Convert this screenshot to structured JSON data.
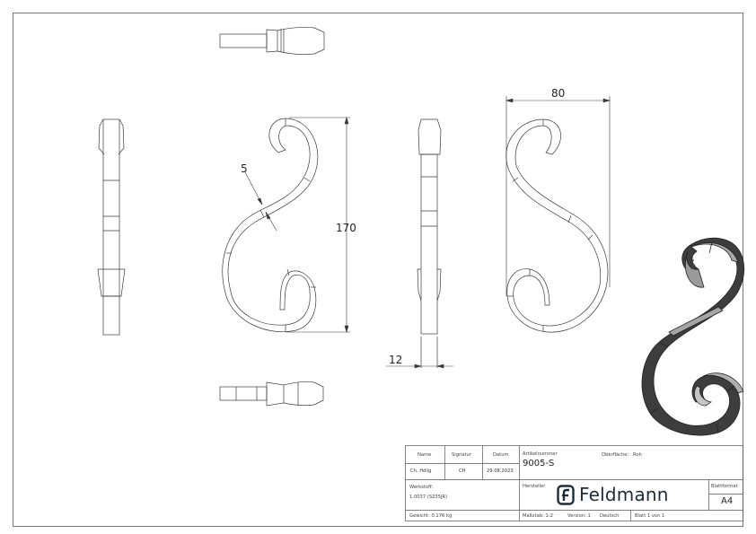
{
  "drawing": {
    "dimensions": {
      "thickness": "5",
      "height": "170",
      "width": "80",
      "bar_width": "12"
    },
    "views": [
      "top-view",
      "left-view",
      "front-view",
      "side-view",
      "back-view",
      "bottom-view",
      "isometric-view"
    ]
  },
  "title_block": {
    "headers": {
      "name": "Name",
      "signature": "Signatur",
      "date": "Datum"
    },
    "values": {
      "name": "Ch. Hölig",
      "signature": "CH",
      "date": "29.08.2023"
    },
    "article_label": "Artikelnummer",
    "article_number": "9005-S",
    "surface_label": "Oberfläche:",
    "surface_value": "Roh",
    "material_label": "Werkstoff:",
    "material_value": "1.0037 (S235JR)",
    "manufacturer_label": "Hersteller",
    "brand": "Feldmann",
    "sheet_format_label": "Blattformat",
    "sheet_format": "A4",
    "weight": "Gewicht: 0.176 kg",
    "scale": "Maßstab: 1:2",
    "version": "Version: 1",
    "language": "Deutsch",
    "sheet": "Blatt 1 von 1"
  },
  "colors": {
    "line": "#3a3a3a",
    "frame": "#555555",
    "iso_dark": "#3d3d3d",
    "iso_light": "#a9a9a9"
  }
}
